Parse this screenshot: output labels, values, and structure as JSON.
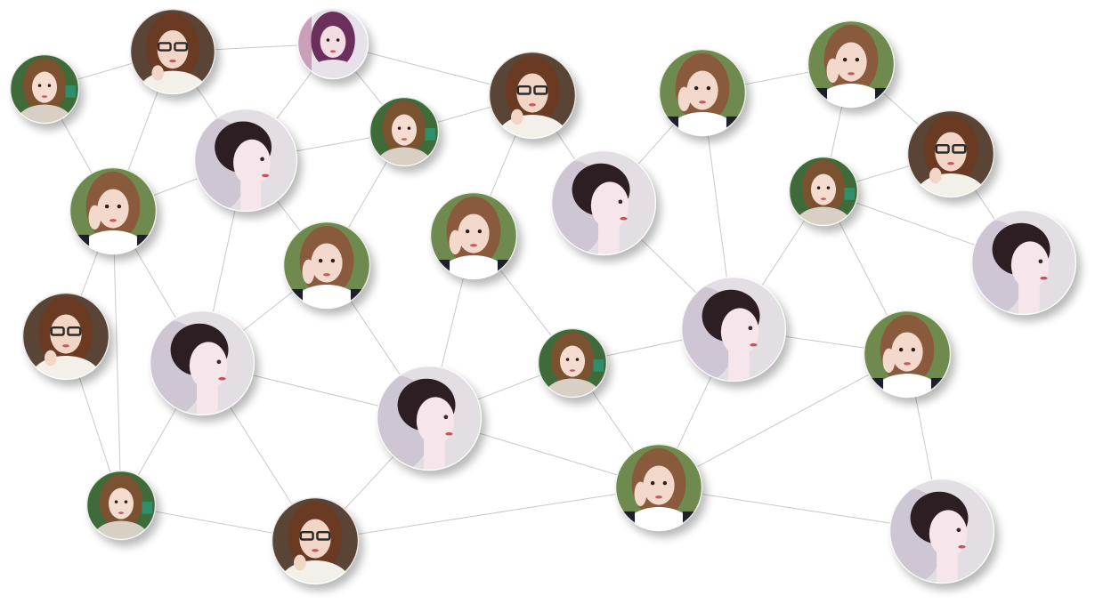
{
  "graph": {
    "type": "social-network",
    "avatar_styles": {
      "glasses": {
        "bg": "#5a4436",
        "skin": "#f1d6c6",
        "hair": "#6b3a22",
        "accent": "#2a2a2a",
        "shirt": "#f3f0ea"
      },
      "profile": {
        "bg": "#e3dde4",
        "skin": "#f6e6ec",
        "hair": "#2c1e22",
        "accent": "#ffffff",
        "shirt": "#efe8ee"
      },
      "hand": {
        "bg": "#6f8a4e",
        "skin": "#f3d9cb",
        "hair": "#8a5a3c",
        "accent": "#1d1f2a",
        "shirt": "#ffffff"
      },
      "green": {
        "bg": "#3f6b3a",
        "skin": "#f4dcd0",
        "hair": "#7a5230",
        "accent": "#2e8f6a",
        "shirt": "#d8d0c4"
      },
      "purple": {
        "bg": "#e7e2ea",
        "skin": "#f2dde2",
        "hair": "#6a2f5a",
        "accent": "#b05a8a",
        "shirt": "#e7e2ea"
      }
    },
    "nodes": [
      {
        "id": "n1",
        "avatar": "green"
      },
      {
        "id": "n2",
        "avatar": "glasses"
      },
      {
        "id": "n3",
        "avatar": "purple"
      },
      {
        "id": "n4",
        "avatar": "profile"
      },
      {
        "id": "n5",
        "avatar": "green"
      },
      {
        "id": "n6",
        "avatar": "glasses"
      },
      {
        "id": "n7",
        "avatar": "hand"
      },
      {
        "id": "n8",
        "avatar": "hand"
      },
      {
        "id": "n9",
        "avatar": "glasses"
      },
      {
        "id": "n10",
        "avatar": "hand"
      },
      {
        "id": "n11",
        "avatar": "hand"
      },
      {
        "id": "n12",
        "avatar": "hand"
      },
      {
        "id": "n13",
        "avatar": "profile"
      },
      {
        "id": "n14",
        "avatar": "green"
      },
      {
        "id": "n15",
        "avatar": "profile"
      },
      {
        "id": "n16",
        "avatar": "glasses"
      },
      {
        "id": "n17",
        "avatar": "profile"
      },
      {
        "id": "n18",
        "avatar": "green"
      },
      {
        "id": "n19",
        "avatar": "profile"
      },
      {
        "id": "n20",
        "avatar": "profile"
      },
      {
        "id": "n21",
        "avatar": "hand"
      },
      {
        "id": "n22",
        "avatar": "green"
      },
      {
        "id": "n23",
        "avatar": "glasses"
      },
      {
        "id": "n24",
        "avatar": "hand"
      },
      {
        "id": "n25",
        "avatar": "profile"
      }
    ],
    "edges": [
      [
        "n1",
        "n2"
      ],
      [
        "n2",
        "n3"
      ],
      [
        "n3",
        "n6"
      ],
      [
        "n3",
        "n5"
      ],
      [
        "n3",
        "n4"
      ],
      [
        "n1",
        "n10"
      ],
      [
        "n2",
        "n10"
      ],
      [
        "n2",
        "n4"
      ],
      [
        "n4",
        "n10"
      ],
      [
        "n4",
        "n5"
      ],
      [
        "n5",
        "n6"
      ],
      [
        "n5",
        "n11"
      ],
      [
        "n4",
        "n11"
      ],
      [
        "n6",
        "n12"
      ],
      [
        "n6",
        "n13"
      ],
      [
        "n13",
        "n7"
      ],
      [
        "n7",
        "n8"
      ],
      [
        "n8",
        "n9"
      ],
      [
        "n8",
        "n14"
      ],
      [
        "n9",
        "n14"
      ],
      [
        "n14",
        "n15"
      ],
      [
        "n10",
        "n16"
      ],
      [
        "n10",
        "n17"
      ],
      [
        "n10",
        "n22"
      ],
      [
        "n16",
        "n22"
      ],
      [
        "n4",
        "n17"
      ],
      [
        "n11",
        "n17"
      ],
      [
        "n11",
        "n19"
      ],
      [
        "n12",
        "n19"
      ],
      [
        "n12",
        "n18"
      ],
      [
        "n13",
        "n15"
      ],
      [
        "n7",
        "n15"
      ],
      [
        "n17",
        "n19"
      ],
      [
        "n17",
        "n22"
      ],
      [
        "n17",
        "n23"
      ],
      [
        "n19",
        "n23"
      ],
      [
        "n19",
        "n18"
      ],
      [
        "n18",
        "n24"
      ],
      [
        "n19",
        "n24"
      ],
      [
        "n23",
        "n24"
      ],
      [
        "n18",
        "n15"
      ],
      [
        "n15",
        "n21"
      ],
      [
        "n15",
        "n24"
      ],
      [
        "n24",
        "n21"
      ],
      [
        "n24",
        "n25"
      ],
      [
        "n21",
        "n25"
      ],
      [
        "n22",
        "n23"
      ],
      [
        "n14",
        "n21"
      ]
    ]
  }
}
